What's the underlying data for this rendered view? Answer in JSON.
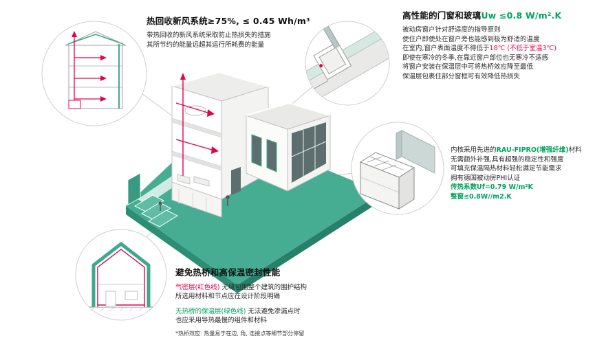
{
  "colors": {
    "teal_platform": "#46ad92",
    "teal_dark": "#2d8d75",
    "green_text": "#00a35f",
    "red_accent": "#e5004f",
    "leader_grey": "#c9c9c9"
  },
  "callouts": {
    "heat_recovery": {
      "title": "热回收新风系统≥75%, ≤ 0.45 Wh/m³",
      "line1": "带热回收的新风系统采取防止热损失的措施",
      "line2": "其所节约的能量远超其运行所耗费的能量"
    },
    "windows": {
      "title_black": "高性能的门窗和玻璃",
      "title_green": "Uw ≤0.8 W/m².K",
      "line1": "被动房窗户针对舒适度的指导原则",
      "line2": "使住户即使处在窗户旁也能感到极为舒适的温度",
      "line3_black": "在室内,窗户表面温度不得低于",
      "line3_red": "18℃ (不低于室温3℃)",
      "line4": "即使在寒冷的冬季,在靠近窗户部位也无寒冷不适感",
      "line5": "将窗户安装在保温层中可将热桥效应降至最低",
      "line6": "保温层包裹住部分窗框可有效降低热损失"
    },
    "profile": {
      "line1_prefix": "内核采用先进的",
      "line1_highlight": "RAU-FIPRO(增强纤维)",
      "line1_suffix": "材料",
      "line2": "无需额外补强,具有超强的稳定性和强度",
      "line3": "可填充保温隔热材料轻松满足节能需求",
      "line4": "拥有德国被动房PHI认证",
      "line5": "传热系数Uf=0.79 W/m²K",
      "line6": "整窗≤0.8W//m2.K"
    },
    "thermal": {
      "title": "避免热桥和高保温密封性能",
      "line1_red": "气密层(红色线)",
      "line1_rest": " 无缝包围整个建筑的围护结构",
      "line2": "所选用材料和节点应在设计阶段明确",
      "line3_green": "无热桥的保温层(绿色线)",
      "line3_rest": " 无法避免渗漏点时",
      "line4": "也应采用导热最慢的组件和材料",
      "footnote": "*热桥效应: 热量易于在边, 角, 连接点等细节部分停留"
    }
  }
}
